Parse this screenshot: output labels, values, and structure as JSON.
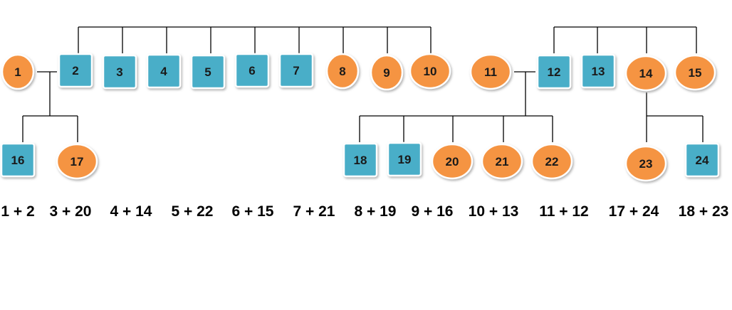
{
  "nodes": [
    {
      "id": 1,
      "label": "1",
      "shape": "circle"
    },
    {
      "id": 2,
      "label": "2",
      "shape": "square"
    },
    {
      "id": 3,
      "label": "3",
      "shape": "square"
    },
    {
      "id": 4,
      "label": "4",
      "shape": "square"
    },
    {
      "id": 5,
      "label": "5",
      "shape": "square"
    },
    {
      "id": 6,
      "label": "6",
      "shape": "square"
    },
    {
      "id": 7,
      "label": "7",
      "shape": "square"
    },
    {
      "id": 8,
      "label": "8",
      "shape": "circle"
    },
    {
      "id": 9,
      "label": "9",
      "shape": "circle"
    },
    {
      "id": 10,
      "label": "10",
      "shape": "circle"
    },
    {
      "id": 11,
      "label": "11",
      "shape": "circle"
    },
    {
      "id": 12,
      "label": "12",
      "shape": "square"
    },
    {
      "id": 13,
      "label": "13",
      "shape": "square"
    },
    {
      "id": 14,
      "label": "14",
      "shape": "circle"
    },
    {
      "id": 15,
      "label": "15",
      "shape": "circle"
    },
    {
      "id": 16,
      "label": "16",
      "shape": "square"
    },
    {
      "id": 17,
      "label": "17",
      "shape": "circle"
    },
    {
      "id": 18,
      "label": "18",
      "shape": "square"
    },
    {
      "id": 19,
      "label": "19",
      "shape": "square"
    },
    {
      "id": 20,
      "label": "20",
      "shape": "circle"
    },
    {
      "id": 21,
      "label": "21",
      "shape": "circle"
    },
    {
      "id": 22,
      "label": "22",
      "shape": "circle"
    },
    {
      "id": 23,
      "label": "23",
      "shape": "circle"
    },
    {
      "id": 24,
      "label": "24",
      "shape": "square"
    }
  ],
  "edges": [
    {
      "from": 1,
      "to": [
        2,
        3,
        4,
        5,
        6,
        7,
        8,
        9,
        10
      ]
    },
    {
      "from": 1,
      "to": [
        16,
        17
      ]
    },
    {
      "from": 11,
      "to": [
        12,
        13,
        14,
        15
      ]
    },
    {
      "from": 11,
      "to": [
        18,
        19,
        20,
        21,
        22
      ]
    },
    {
      "from": 14,
      "to": [
        23,
        24
      ]
    }
  ],
  "pairs": [
    "1 + 2",
    "3 + 20",
    "4 + 14",
    "5 + 22",
    "6 + 15",
    "7 + 21",
    "8 + 19",
    "9 + 16",
    "10 + 13",
    "11 + 12",
    "17 + 24",
    "18 + 23"
  ],
  "colors": {
    "square": "#4aaec8",
    "circle": "#f59442",
    "line": "#000000",
    "text": "#1a1a1a"
  }
}
